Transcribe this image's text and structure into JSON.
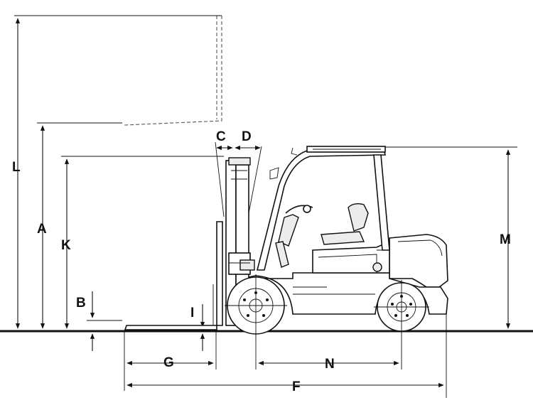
{
  "labels": {
    "L": "L",
    "A": "A",
    "K": "K",
    "B": "B",
    "C": "C",
    "D": "D",
    "I": "I",
    "M": "M",
    "G": "G",
    "N": "N",
    "F": "F"
  }
}
